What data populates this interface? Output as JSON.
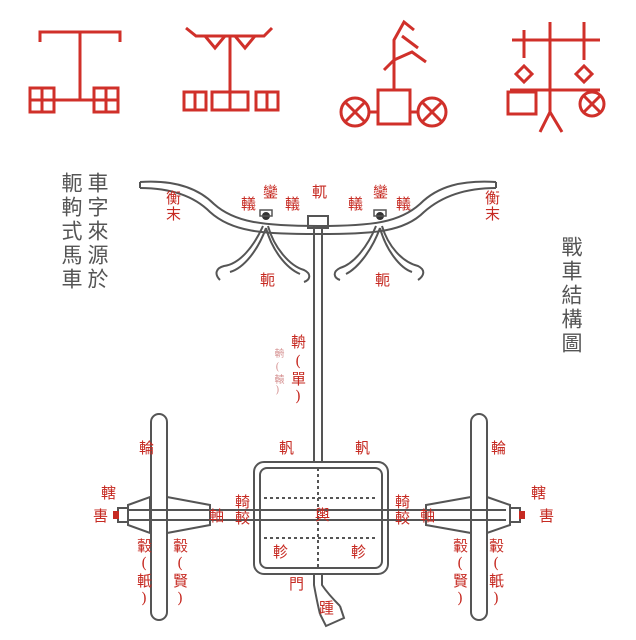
{
  "title_left": {
    "col1": "車字來源於",
    "col2": "軛軥式馬車"
  },
  "title_right": "戰車結構圖",
  "labels": {
    "heng_mo_left": "衡末",
    "heng_mo_right": "衡末",
    "e_left": "軛",
    "e_right": "軛",
    "xian_left": "轙",
    "luan_left": "鑾",
    "yi_left": "轙",
    "yue": "軏",
    "yi_right": "轙",
    "luan_right": "鑾",
    "xian_right": "轙",
    "zhou_main": "輈",
    "zhou_small": "輈",
    "dan": "(單)",
    "dan_small": "(轅)",
    "lun_left": "輪",
    "lun_right": "輪",
    "fan_left": "軓",
    "fan_right": "軓",
    "xia_left": "轄",
    "wei_left": "軎",
    "xia_right": "轄",
    "wei_right": "軎",
    "yi_jiao_left": "輢較",
    "zhou_axle_left": "軸",
    "yu": "輿",
    "yi_jiao_right": "輢較",
    "zhou_axle_right": "軸",
    "gu_left_outer": "轂(軝)",
    "gu_left_inner": "轂(賢)",
    "gu_right_inner": "轂(賢)",
    "gu_right_outer": "轂(軝)",
    "zhen_left": "軫",
    "zhen_right": "軫",
    "men": "門",
    "zhong": "踵"
  },
  "colors": {
    "accent_red": "#c62a22",
    "line_gray": "#555555",
    "text_gray": "#555555"
  }
}
